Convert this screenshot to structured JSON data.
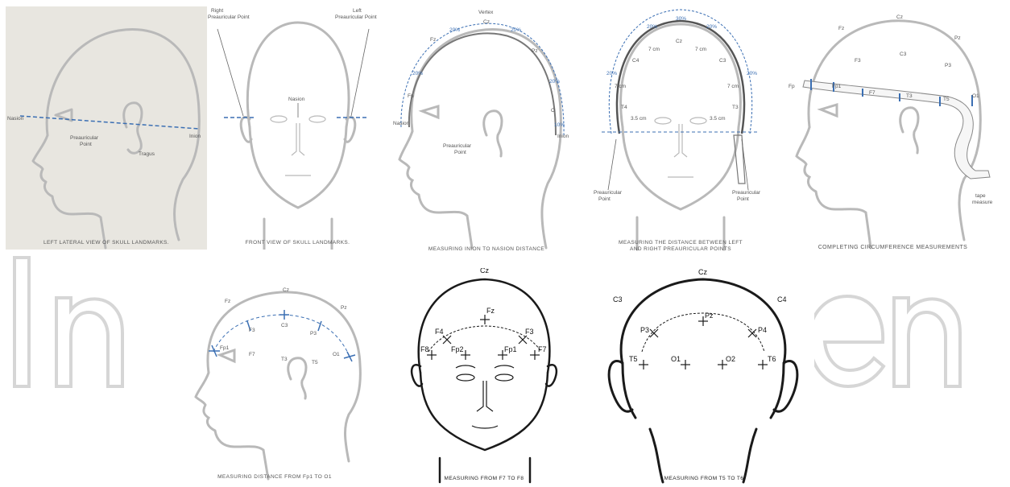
{
  "colors": {
    "outline_color": "#b9b9b9",
    "outline_dark": "#1a1a1a",
    "guide_blue": "#3b6fb3",
    "panel_bg_top_left": "#e8e6e0",
    "watermark": "#d6d6d6"
  },
  "panels": {
    "p1": {
      "caption": "LEFT LATERAL VIEW OF SKULL LANDMARKS.",
      "labels": {
        "nasion": "Nasion",
        "inion": "Inion",
        "preauricular": "Preauricular",
        "point": "Point",
        "tragus": "Tragus"
      }
    },
    "p2": {
      "caption": "FRONT VIEW OF SKULL LANDMARKS.",
      "labels": {
        "right": "Right",
        "right_pp": "Preauricular Point",
        "left": "Left",
        "left_pp": "Preauricular Point",
        "nasion": "Nasion"
      }
    },
    "p3": {
      "caption": "MEASURING INION TO NASION DISTANCE",
      "labels": {
        "vertex": "Vertex",
        "cz": "Cz",
        "fz": "Fz",
        "pz": "Pz",
        "fp": "Fp",
        "oz": "O",
        "nasion": "Nasion",
        "inion": "Inion",
        "preauricular": "Preauricular",
        "point": "Point",
        "pct20": "20%",
        "pct10": "10%"
      }
    },
    "p4": {
      "caption_line1": "MEASURING THE DISTANCE BETWEEN LEFT",
      "caption_line2": "AND RIGHT PREAURICULAR POINTS",
      "labels": {
        "c3": "C3",
        "c4": "C4",
        "cz": "Cz",
        "t3": "T3",
        "t4": "T4",
        "cm7": "7 cm",
        "cm35": "3.5 cm",
        "pct20": "20%",
        "pct30": "30%",
        "preauricular": "Preauricular",
        "point": "Point"
      }
    },
    "p5": {
      "caption": "COMPLETING CIRCUMFERENCE MEASUREMENTS",
      "labels": {
        "cz": "Cz",
        "fz": "Fz",
        "pz": "Pz",
        "f3": "F3",
        "c3": "C3",
        "p3": "P3",
        "fp": "Fp",
        "fp1": "Fp1",
        "f7": "F7",
        "t3": "T3",
        "t5": "T5",
        "o1": "O1",
        "tape": "tape",
        "measure": "measure"
      }
    },
    "p6": {
      "caption": "MEASURING DISTANCE FROM Fp1 TO O1",
      "labels": {
        "cz": "Cz",
        "fz": "Fz",
        "pz": "Pz",
        "f3": "F3",
        "c3": "C3",
        "p3": "P3",
        "fp1": "Fp1",
        "f7": "F7",
        "t3": "T3",
        "t5": "T5",
        "o1": "O1"
      }
    },
    "p7": {
      "caption": "MEASURING FROM F7 TO F8",
      "labels": {
        "cz": "Cz",
        "fz": "Fz",
        "f3": "F3",
        "f4": "F4",
        "f8": "F8",
        "f7": "F7",
        "fp2": "Fp2",
        "fp1": "Fp1"
      }
    },
    "p8": {
      "caption": "MEASURING FROM T5 TO T6",
      "labels": {
        "cz": "Cz",
        "c3": "C3",
        "c4": "C4",
        "pz": "Pz",
        "p3": "P3",
        "p4": "P4",
        "t5": "T5",
        "t6": "T6",
        "o1": "O1",
        "o2": "O2"
      }
    }
  }
}
